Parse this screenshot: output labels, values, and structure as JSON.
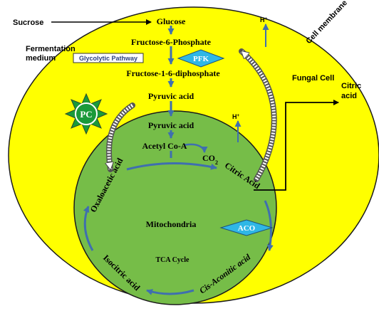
{
  "inputs": {
    "sucrose": "Sucrose",
    "fermentation_medium": "Fermentation\nmedium"
  },
  "glycolysis": {
    "glucose": "Glucose",
    "f6p": "Fructose-6-Phosphate",
    "f16dp": "Fructose-1-6-diphosphate",
    "pathway_box": "Glycolytic Pathway",
    "pyruvic_cytosol": "Pyruvic acid"
  },
  "cell": {
    "membrane": "Cell membrane",
    "fungal_cell": "Fungal Cell",
    "proton_outer": "H+",
    "proton_inner": "H+"
  },
  "enzymes": {
    "pfk": "PFK",
    "pc": "PC",
    "aco": "ACO"
  },
  "mitochondria": {
    "pyruvic": "Pyruvic acid",
    "acetyl_coa": "Acetyl Co-A",
    "co2": "CO2",
    "oxaloacetic": "Oxaloacetic acid",
    "citric": "Citric Acid",
    "name": "Mitochondria",
    "tca": "TCA Cycle",
    "isocitric": "Isocitric acid",
    "cis_aconitic": "Cis-Aconitic acid"
  },
  "output": {
    "citric_acid": "Citric\nacid"
  },
  "colors": {
    "cell_fill": "#ffff00",
    "mito_fill": "#76bd48",
    "arrow_blue": "#3f6faf",
    "enzyme_cyan": "#2fb7e6",
    "pc_green": "#1a9a3a"
  }
}
